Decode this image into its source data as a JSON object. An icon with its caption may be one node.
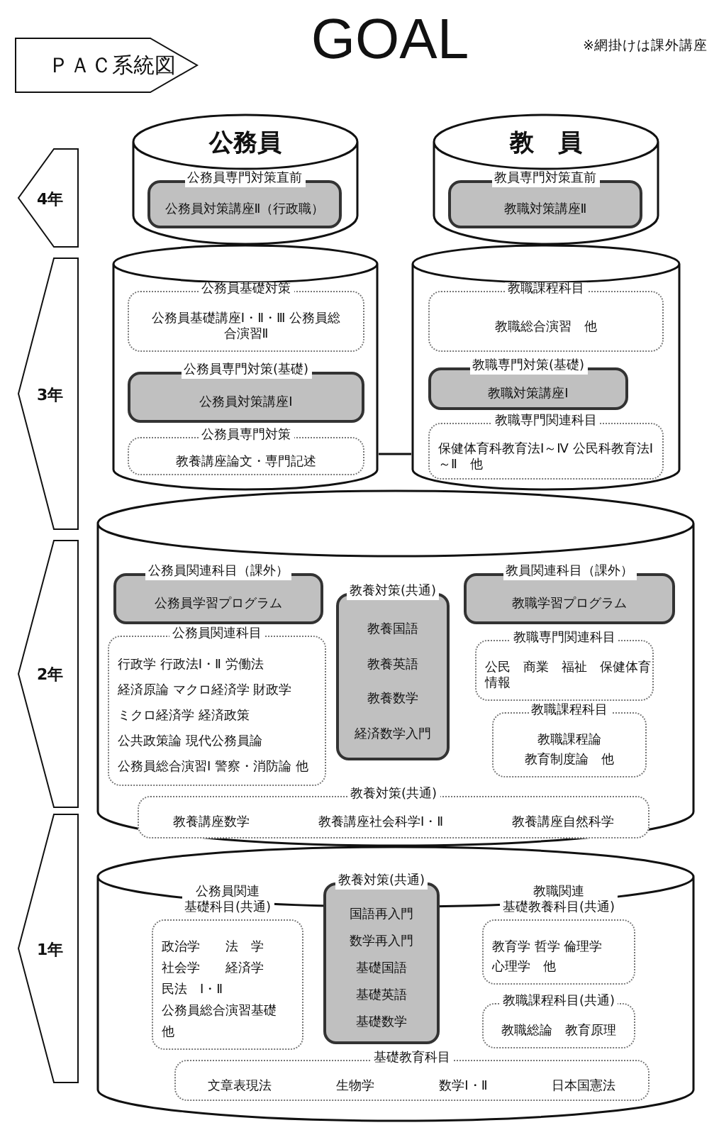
{
  "diagram": {
    "title": "GOAL",
    "nodes": [
      {
        "text": [
          "ＰＡＣ系統図"
        ]
      },
      {
        "text": [
          "4年"
        ]
      },
      {
        "text": [
          "3年"
        ]
      },
      {
        "text": [
          "2年"
        ]
      },
      {
        "text": [
          "1年"
        ]
      },
      {
        "text": [
          "公務員"
        ]
      },
      {
        "text": [
          "公務員専門対策直前",
          "公務員対策講座Ⅱ（行政職）"
        ],
        "in": 5
      },
      {
        "text": [
          "教　員"
        ]
      },
      {
        "text": [
          "教員専門対策直前",
          "教職対策講座Ⅱ"
        ],
        "in": 7
      },
      {
        "text": [],
        "shape": "cylinder"
      },
      {
        "text": [
          "公務員基礎対策",
          "公務員基礎講座Ⅰ・Ⅱ・Ⅲ 公務員総合演習Ⅱ"
        ],
        "in": 9
      },
      {
        "text": [
          "公務員専門対策(基礎)",
          "公務員対策講座Ⅰ"
        ],
        "in": 9
      },
      {
        "text": [
          "公務員専門対策",
          "教養講座論文・専門記述"
        ],
        "in": 9
      },
      {
        "text": [],
        "shape": "cylinder"
      },
      {
        "text": [
          "教職課程科目",
          "教職総合演習　他"
        ],
        "in": 13
      },
      {
        "text": [
          "教職専門対策(基礎)",
          "教職対策講座Ⅰ"
        ],
        "in": 13
      },
      {
        "text": [
          "教職専門関連科目",
          "保健体育科教育法Ⅰ～Ⅳ 公民科教育法Ⅰ～Ⅱ　他"
        ],
        "in": 13
      },
      {
        "text": [],
        "shape": "cylinder"
      },
      {
        "text": [
          "公務員関連科目（課外）",
          "公務員学習プログラム"
        ],
        "in": 17
      },
      {
        "text": [
          "公務員関連科目",
          "行政学 行政法Ⅰ・Ⅱ 労働法",
          "経済原論 マクロ経済学 財政学",
          "ミクロ経済学 経済政策",
          "公共政策論 現代公務員論",
          "公務員総合演習Ⅰ 警察・消防論 他"
        ],
        "in": 17
      },
      {
        "text": [
          "教養対策(共通)",
          "教養国語",
          "教養英語",
          "教養数学",
          "経済数学入門"
        ],
        "in": 17
      },
      {
        "text": [
          "教員関連科目（課外）",
          "教職学習プログラム"
        ],
        "in": 17
      },
      {
        "text": [
          "教職専門関連科目",
          "公民　商業　福祉　保健体育情報"
        ],
        "in": 17
      },
      {
        "text": [
          "教職課程科目",
          "教職課程論",
          "教育制度論　他"
        ],
        "in": 17
      },
      {
        "text": [
          "教養対策(共通)",
          "教養講座数学",
          "教養講座社会科学Ⅰ・Ⅱ",
          "教養講座自然科学"
        ],
        "in": 17
      },
      {
        "text": [],
        "shape": "cylinder"
      },
      {
        "text": [
          "公務員関連基礎科目(共通)",
          "政治学　　法　学",
          "社会学　　経済学",
          "民法　Ⅰ・Ⅱ",
          "公務員総合演習基礎",
          "他"
        ],
        "in": 25
      },
      {
        "text": [
          "教養対策(共通)",
          "国語再入門",
          "数学再入門",
          "基礎国語",
          "基礎英語",
          "基礎数学"
        ],
        "in": 25
      },
      {
        "text": [
          "教職関連基礎教養科目(共通)",
          "教育学 哲学 倫理学",
          "心理学　他"
        ],
        "in": 25
      },
      {
        "text": [
          "教職課程科目(共通)",
          "教職総論　教育原理"
        ],
        "in": 25
      },
      {
        "text": [
          "基礎教育科目",
          "文章表現法",
          "生物学",
          "数学Ⅰ・Ⅱ",
          "日本国憲法"
        ],
        "in": 25
      }
    ],
    "edges": [
      {
        "from": 9,
        "to": 13,
        "arrow": "none"
      }
    ],
    "labels": [
      "※網掛けは課外講座"
    ]
  }
}
